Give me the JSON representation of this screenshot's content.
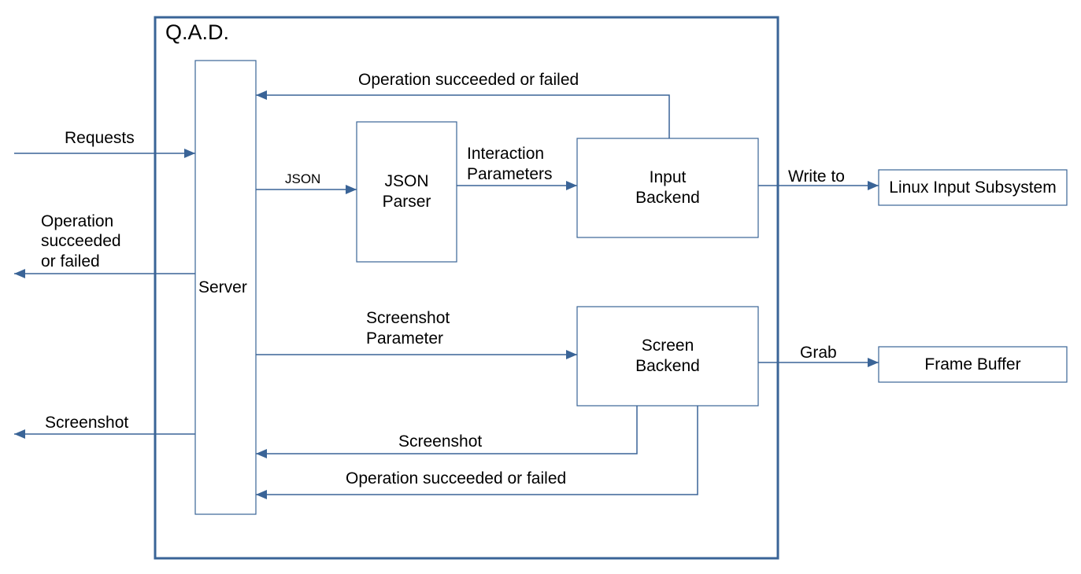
{
  "diagram": {
    "colors": {
      "box_stroke": "#3a6497",
      "line_stroke": "#3a6497",
      "text": "#000000",
      "background": "#ffffff"
    },
    "container": {
      "title": "Q.A.D."
    },
    "nodes": {
      "server": {
        "label": "Server"
      },
      "json_parser": {
        "lines": [
          "JSON",
          "Parser"
        ]
      },
      "input_backend": {
        "lines": [
          "Input",
          "Backend"
        ]
      },
      "screen_backend": {
        "lines": [
          "Screen",
          "Backend"
        ]
      },
      "linux_input": {
        "label": "Linux Input Subsystem"
      },
      "frame_buffer": {
        "label": "Frame Buffer"
      }
    },
    "edges": {
      "requests_in": {
        "label": "Requests"
      },
      "op_result_out": {
        "lines": [
          "Operation",
          "succeeded",
          "or failed"
        ]
      },
      "screenshot_out": {
        "label": "Screenshot"
      },
      "json_to_parser": {
        "label": "JSON"
      },
      "parser_to_input": {
        "lines": [
          "Interaction",
          "Parameters"
        ]
      },
      "input_to_server": {
        "label": "Operation succeeded or failed"
      },
      "input_to_linux": {
        "label": "Write to"
      },
      "server_to_screen": {
        "lines": [
          "Screenshot",
          "Parameter"
        ]
      },
      "screen_to_framebuffer": {
        "label": "Grab"
      },
      "screen_to_server_img": {
        "label": "Screenshot"
      },
      "screen_to_server_result": {
        "label": "Operation succeeded or failed"
      }
    }
  }
}
